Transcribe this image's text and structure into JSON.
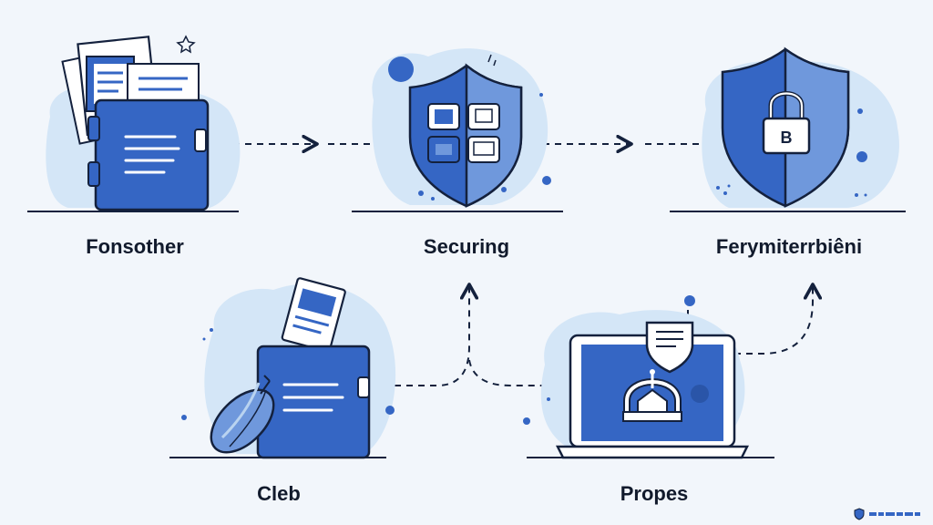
{
  "nodes": [
    {
      "id": "folder",
      "label": "Fonsother",
      "icon": "folder-documents-icon"
    },
    {
      "id": "shield-grid",
      "label": "Securing",
      "icon": "shield-grid-icon"
    },
    {
      "id": "shield-lock",
      "label": "Ferymiterrbiêni",
      "icon": "shield-lock-icon"
    },
    {
      "id": "folder-bug",
      "label": "Cleb",
      "icon": "folder-bug-icon"
    },
    {
      "id": "laptop",
      "label": "Propes",
      "icon": "laptop-lock-icon"
    }
  ],
  "connectors": [
    {
      "from": "folder",
      "to": "shield-grid",
      "style": "dashed-arrow"
    },
    {
      "from": "shield-grid",
      "to": "shield-lock",
      "style": "dashed-arrow"
    },
    {
      "from": "folder-bug",
      "to": "shield-grid",
      "style": "dashed-arrow"
    },
    {
      "from": "laptop",
      "to": "shield-lock",
      "style": "dashed-arrow"
    }
  ],
  "colors": {
    "background": "#f2f6fb",
    "primary_blue": "#3566c4",
    "light_blue": "#6f98dc",
    "pale_blob": "#d4e6f7",
    "navy_outline": "#14213d"
  },
  "watermark": {
    "icon": "shield-logo-icon"
  }
}
